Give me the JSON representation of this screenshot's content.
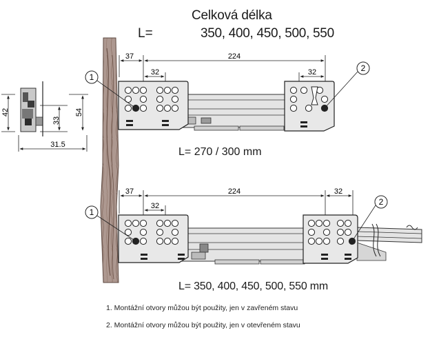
{
  "title": "Celková délka",
  "length_label": "L=",
  "total_lengths": "350, 400, 450, 500, 550",
  "top_drawing": {
    "dim_offset": "37",
    "dim_hole_spacing": "224",
    "dim_left_pair": "32",
    "dim_right_pair": "32",
    "callout_1": "1",
    "callout_2": "2",
    "length_label": "L= 270 / 300 mm"
  },
  "bottom_drawing": {
    "dim_offset": "37",
    "dim_hole_spacing": "224",
    "dim_left_pair": "32",
    "dim_right_pair": "32",
    "callout_1": "1",
    "callout_2": "2",
    "length_label": "L= 350, 400, 450, 500, 550 mm"
  },
  "cross_section": {
    "dim_height_total": "42",
    "dim_height_inner": "33",
    "dim_height_outer": "54",
    "dim_width": "31.5"
  },
  "notes": [
    "1. Montážní otvory můžou být použity, jen v zavřeném stavu",
    "2. Montážní otvory můžou být použity, jen v otevřeném stavu"
  ]
}
